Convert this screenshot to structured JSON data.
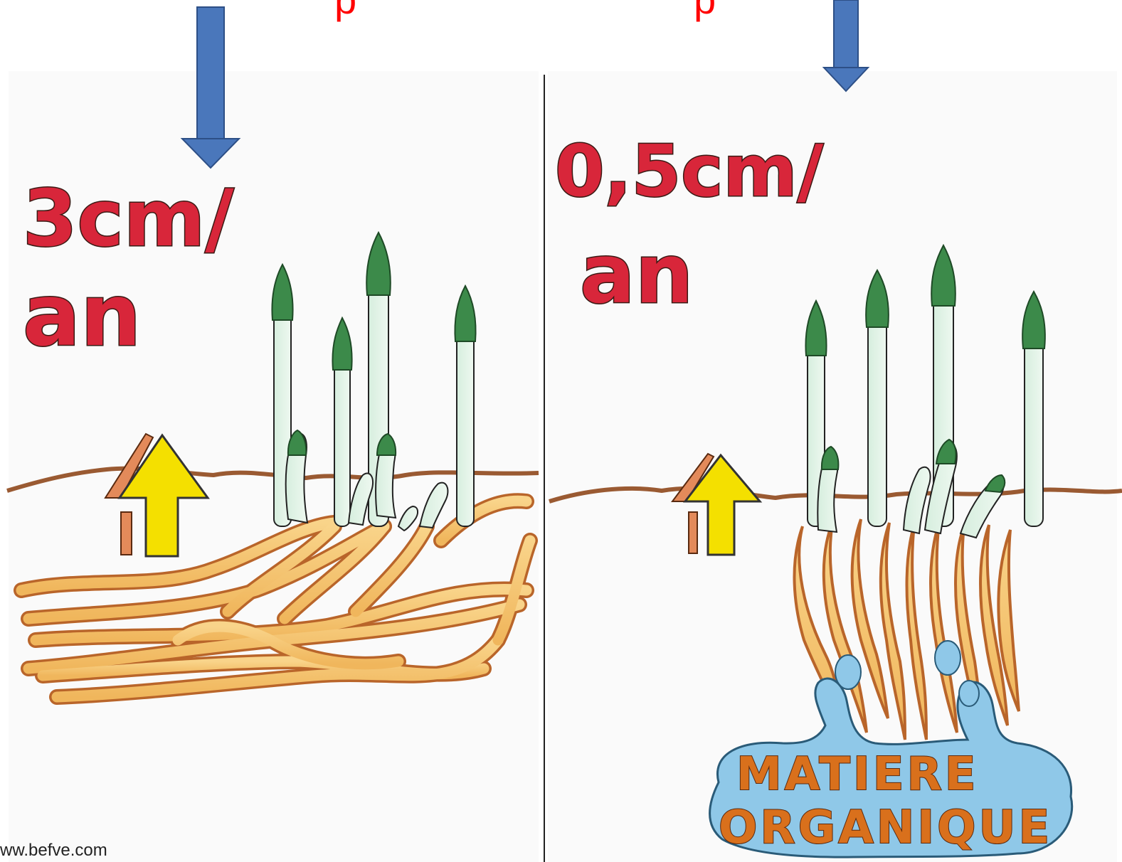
{
  "header": {
    "title_left_fragment": "p",
    "title_right_fragment": "p"
  },
  "left_panel": {
    "rate_value": "3cm/",
    "rate_unit": "an"
  },
  "right_panel": {
    "rate_value": "0,5cm/",
    "rate_unit": "an",
    "organic_line1": "MATIERE",
    "organic_line2": "ORGANIQUE"
  },
  "footer": {
    "credit": "ww.befve.com"
  },
  "colors": {
    "arrow_blue": "#4a77bb",
    "label_red": "#d8263a",
    "soil_brown": "#9a5a32",
    "root_orange": "#f2b45a",
    "asparagus_green": "#3c8a4a",
    "organic_blue": "#8fc8e8",
    "yellow_arrow": "#f4e000"
  }
}
